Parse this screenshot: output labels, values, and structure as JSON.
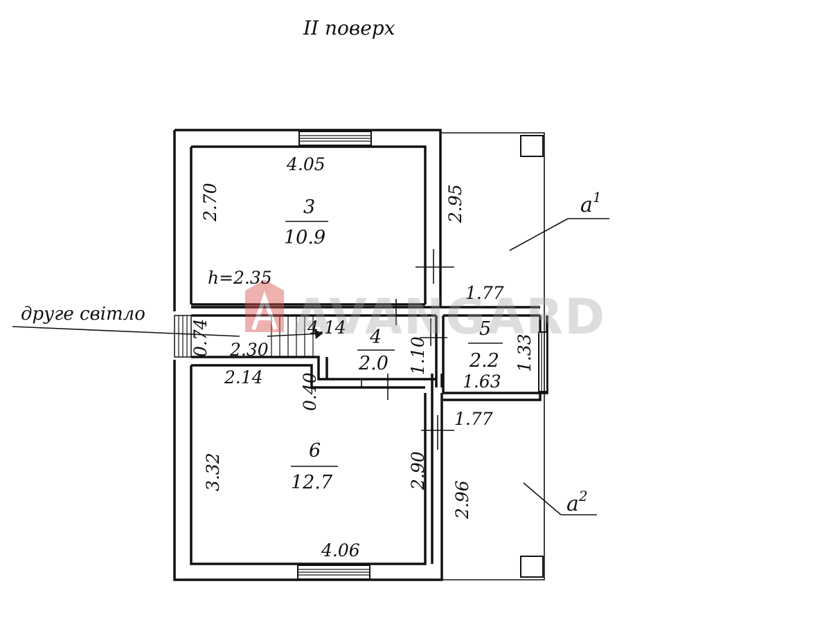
{
  "title": "II поверх",
  "rooms": [
    {
      "num": "3",
      "area": "10.9"
    },
    {
      "num": "4",
      "area": "2.0"
    },
    {
      "num": "5",
      "area": "2.2"
    },
    {
      "num": "6",
      "area": "12.7"
    }
  ],
  "dims": {
    "r3_width": "4.05",
    "r3_height": "2.70",
    "r3_right": "2.95",
    "ceiling_h": "h=2.35",
    "a1_width": "1.77",
    "stair_w": "0.74",
    "stair_len": "2.30",
    "corr_len": "4.14",
    "r4_h": "1.10",
    "r5_h": "1.33",
    "r5_w": "1.63",
    "step_w": "2.14",
    "step_d": "0.40",
    "a2_width": "1.77",
    "r6_left": "3.32",
    "r6_right": "2.90",
    "a2_right": "2.96",
    "r6_width": "4.06"
  },
  "labels": {
    "second_light": "друге світло",
    "a1": "a",
    "a1_sup": "1",
    "a2": "a",
    "a2_sup": "2"
  },
  "watermark": "AVANGARD",
  "colors": {
    "watermark_red": "#d9534f",
    "watermark_grey": "#9aa0a6",
    "ink": "#111111"
  }
}
